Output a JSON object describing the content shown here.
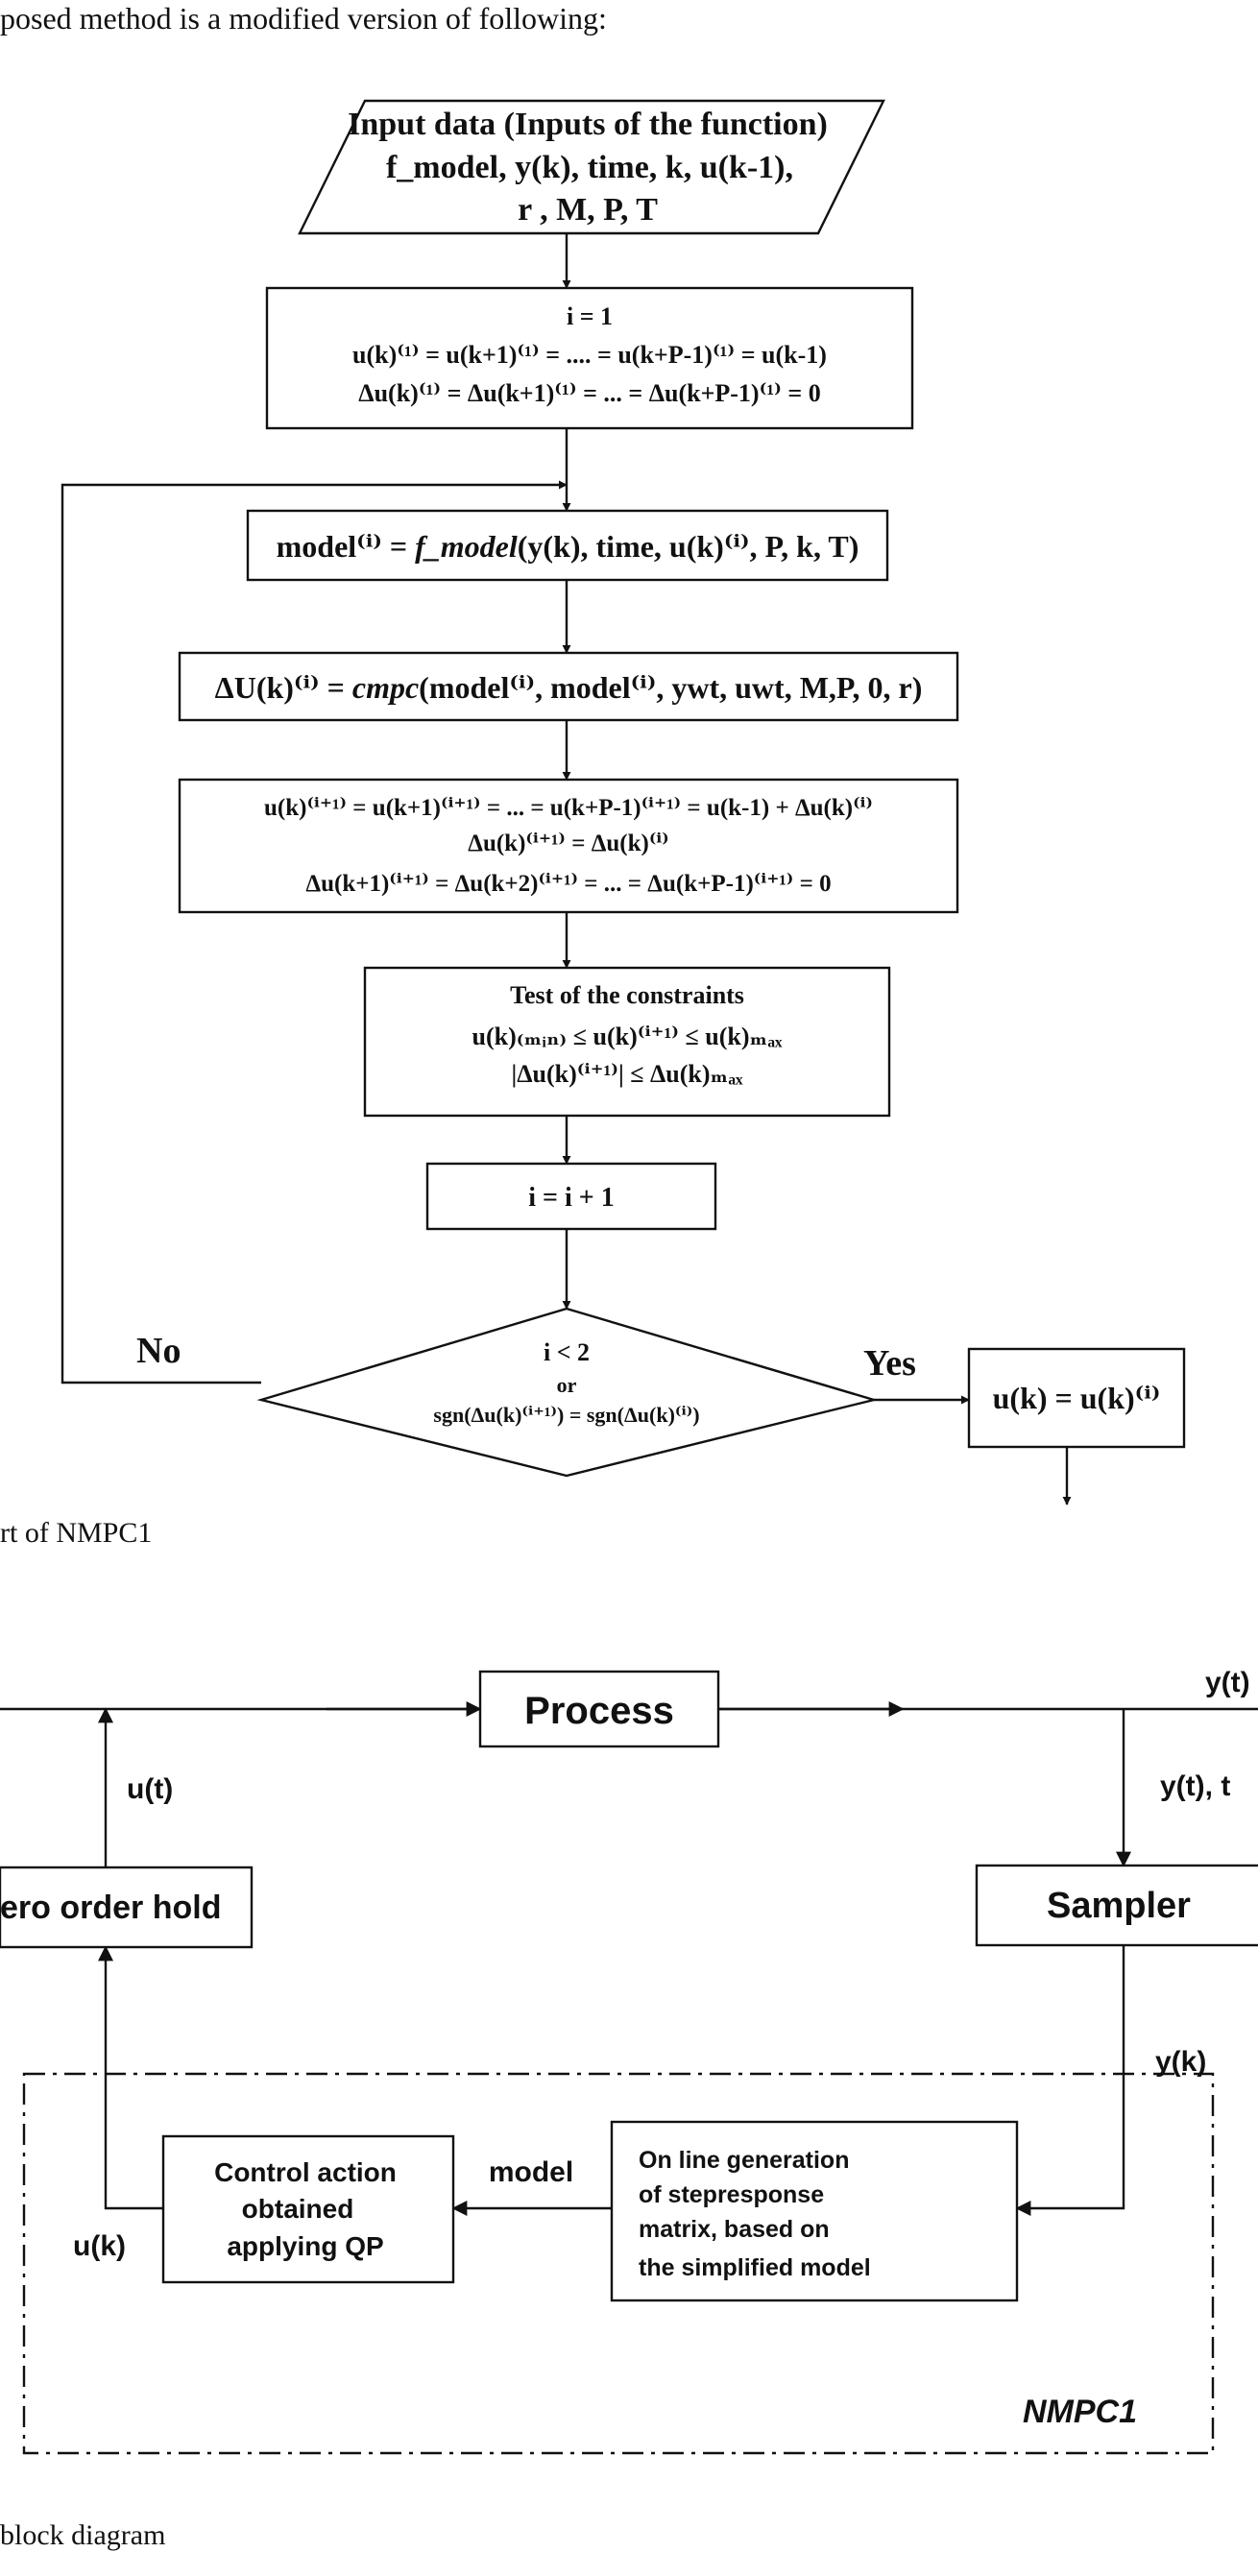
{
  "intro_text": "posed method is a modified version of    following:",
  "flowchart": {
    "input": {
      "line1": "Input data (Inputs of the function)",
      "line2": "f_model, y(k), time, k, u(k-1),",
      "line3": "r , M, P, T"
    },
    "init": {
      "line1": "i = 1",
      "line2": "u(k)⁽¹⁾ = u(k+1)⁽¹⁾ = .... = u(k+P-1)⁽¹⁾ = u(k-1)",
      "line3": "Δu(k)⁽¹⁾ = Δu(k+1)⁽¹⁾ = ... = Δu(k+P-1)⁽¹⁾ = 0"
    },
    "model_step": {
      "lhs": "model⁽ⁱ⁾ = ",
      "func": "f_model",
      "args": "(y(k), time, u(k)⁽ⁱ⁾, P, k, T)"
    },
    "cmpc_step": {
      "lhs": "ΔU(k)⁽ⁱ⁾ = ",
      "func": "cmpc",
      "args": "(model⁽ⁱ⁾, model⁽ⁱ⁾, ywt, uwt, M,P, 0, r)"
    },
    "update": {
      "line1": "u(k)⁽ⁱ⁺¹⁾ = u(k+1)⁽ⁱ⁺¹⁾ = ... = u(k+P-1)⁽ⁱ⁺¹⁾ = u(k-1) + Δu(k)⁽ⁱ⁾",
      "line2": "Δu(k)⁽ⁱ⁺¹⁾ = Δu(k)⁽ⁱ⁾",
      "line3": "Δu(k+1)⁽ⁱ⁺¹⁾ = Δu(k+2)⁽ⁱ⁺¹⁾ = ... = Δu(k+P-1)⁽ⁱ⁺¹⁾ = 0"
    },
    "constraints": {
      "line1": "Test of the constraints",
      "line2": "u(k)₍ₘᵢₙ₎ ≤ u(k)⁽ⁱ⁺¹⁾ ≤ u(k)ₘₐₓ",
      "line3": "|Δu(k)⁽ⁱ⁺¹⁾| ≤ Δu(k)ₘₐₓ"
    },
    "increment": "i = i + 1",
    "decision": {
      "line1": "i < 2",
      "line2": "or",
      "line3": "sgn(Δu(k)⁽ⁱ⁺¹⁾) = sgn(Δu(k)⁽ⁱ⁾)"
    },
    "no_label": "No",
    "yes_label": "Yes",
    "result": "u(k) = u(k)⁽ⁱ⁾"
  },
  "caption1": "rt of NMPC1",
  "block_diagram": {
    "process": "Process",
    "zoh": "ero order hold",
    "sampler": "Sampler",
    "y_t_out": "y(t)",
    "u_t": "u(t)",
    "y_t_t": "y(t), t",
    "y_k": "y(k)",
    "control": {
      "line1": "Control action",
      "line2": "obtained",
      "line3": "applying QP"
    },
    "online": {
      "line1": "On line generation",
      "line2": "of stepresponse",
      "line3": "matrix, based on",
      "line4": "the simplified model"
    },
    "model_label": "model",
    "u_k": "u(k)",
    "nmpc_label": "NMPC1"
  },
  "caption2": "block diagram"
}
